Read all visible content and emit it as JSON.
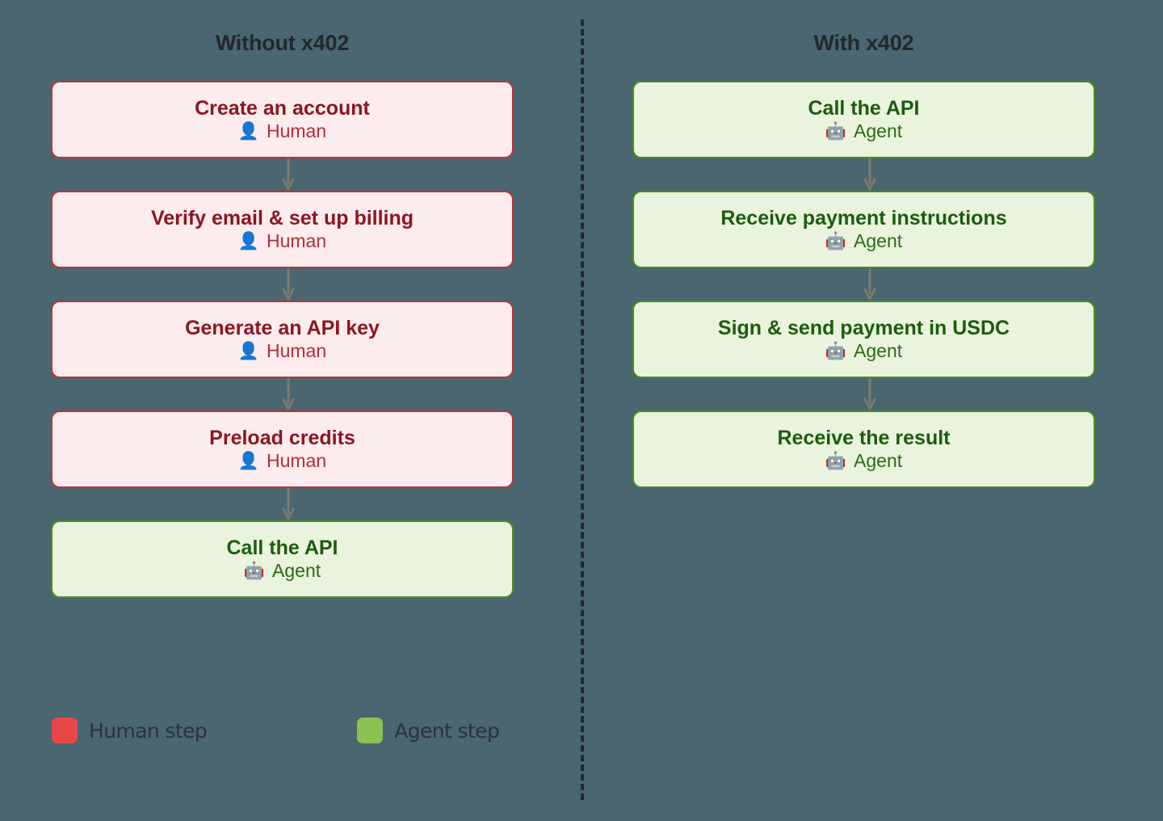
{
  "background_color": "#4a6670",
  "divider": {
    "style": "dashed-vertical",
    "color": "#24282b"
  },
  "columns": [
    {
      "id": "without-x402",
      "title": "Without x402",
      "nodes": [
        {
          "title": "Create an account",
          "actor": "Human",
          "actor_icon": "👤",
          "kind": "human"
        },
        {
          "title": "Verify email & set up billing",
          "actor": "Human",
          "actor_icon": "👤",
          "kind": "human"
        },
        {
          "title": "Generate an API key",
          "actor": "Human",
          "actor_icon": "👤",
          "kind": "human"
        },
        {
          "title": "Preload credits",
          "actor": "Human",
          "actor_icon": "👤",
          "kind": "human"
        },
        {
          "title": "Call the API",
          "actor": "Agent",
          "actor_icon": "🤖",
          "kind": "agent"
        }
      ]
    },
    {
      "id": "with-x402",
      "title": "With x402",
      "nodes": [
        {
          "title": "Call the API",
          "actor": "Agent",
          "actor_icon": "🤖",
          "kind": "agent"
        },
        {
          "title": "Receive payment instructions",
          "actor": "Agent",
          "actor_icon": "🤖",
          "kind": "agent"
        },
        {
          "title": "Sign & send payment in USDC",
          "actor": "Agent",
          "actor_icon": "🤖",
          "kind": "agent"
        },
        {
          "title": "Receive the result",
          "actor": "Agent",
          "actor_icon": "🤖",
          "kind": "agent"
        }
      ]
    }
  ],
  "legend": {
    "items": [
      {
        "label": "Human step",
        "color": "#e8474a",
        "kind": "human"
      },
      {
        "label": "Agent step",
        "color": "#8cc153",
        "kind": "agent"
      }
    ]
  },
  "colors": {
    "human_fill": "#fceced",
    "human_border": "#c42f35",
    "human_title_text": "#8c1622",
    "agent_fill": "#e9f3dd",
    "agent_border": "#4e8c15",
    "agent_title_text": "#1d5c10",
    "arrow": "#7d7a6e"
  }
}
